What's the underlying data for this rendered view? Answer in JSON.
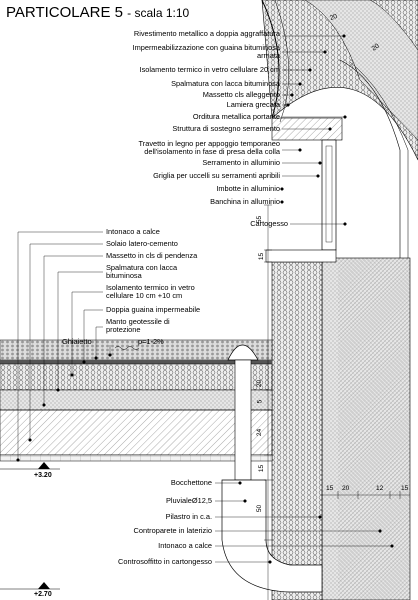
{
  "title": "PARTICOLARE 5",
  "scale": "- scala 1:10",
  "labels_upper": [
    "Rivestimento metallico a doppia aggraffatura",
    "Impermeabilizzazione con guaina bituminosa armata",
    "Isolamento termico in vetro cellulare 20 cm",
    "Spalmatura con lacca bituminosa",
    "Massetto cls alleggerito",
    "Lamiera grecata",
    "Orditura metallica portante",
    "Struttura di sostegno serramento",
    "Travetto in legno per appoggio temporaneo dell'isolamento in fase di presa della colla",
    "Serramento in alluminio",
    "Griglia per uccelli su serramenti apribili",
    "Imbotte in alluminio",
    "Banchina in alluminio",
    "Cartogesso"
  ],
  "labels_left": [
    "Intonaco a calce",
    "Solaio latero-cemento",
    "Massetto in cls di pendenza",
    "Spalmatura con lacca bituminosa",
    "Isolamento termico in vetro cellulare 10 cm +10 cm",
    "Doppia guaina impermeabile",
    "Manto geotessile di protezione",
    "Ghiaietto"
  ],
  "labels_lower": [
    "Bocchettone",
    "PluvialeØ12,5",
    "Pilastro in c.a.",
    "Controparete in laterizio",
    "Intonaco a calce",
    "Controsoffitto in cartongesso"
  ],
  "slope": "p=1-2%",
  "elevations": [
    "+3.20",
    "+2.70"
  ],
  "dimensions": {
    "roof_20a": "20",
    "roof_20b": "20",
    "d55": "55",
    "d15a": "15",
    "d20": "20",
    "d5": "5",
    "d24": "24",
    "d15b": "15",
    "d50": "50",
    "h15a": "15",
    "h20": "20",
    "h12": "12",
    "h15b": "15"
  }
}
